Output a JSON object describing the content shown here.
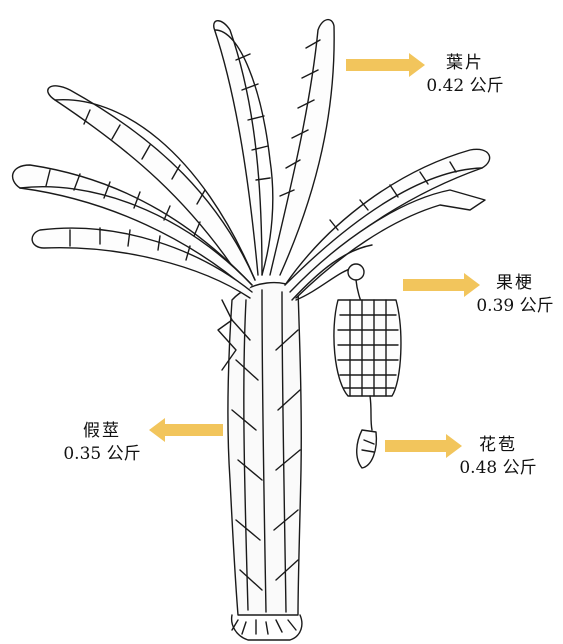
{
  "labels": {
    "leaves": {
      "name": "葉片",
      "value": "0.42 公斤"
    },
    "fruit_stalk": {
      "name": "果梗",
      "value": "0.39 公斤"
    },
    "bract": {
      "name": "花苞",
      "value": "0.48 公斤"
    },
    "pseudostem": {
      "name": "假莖",
      "value": "0.35 公斤"
    }
  },
  "colors": {
    "arrow": "#f2c55c",
    "ink": "#1a1a1a"
  }
}
